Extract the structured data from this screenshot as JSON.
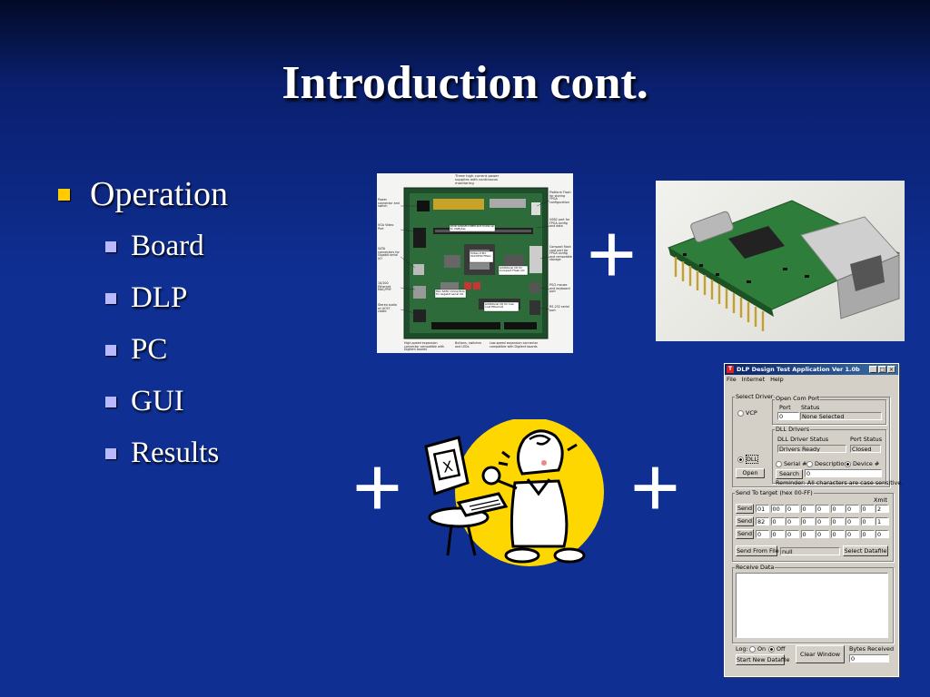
{
  "slide": {
    "title": "Introduction cont.",
    "bullet": "Operation",
    "subbullets": [
      "Board",
      "DLP",
      "PC",
      "GUI",
      "Results"
    ],
    "plus": "+"
  },
  "board": {
    "callouts": [
      "Three high current power supplies with continuous monitoring",
      "Power connector and switch",
      "Platform Flash for storing FPGA configuration",
      "USB2 port for FPGA config and data",
      "VGA Video Port",
      "SATA connectors for Gigabit serial I/O",
      "Compact flash card port for FPGA config and removable storage",
      "10/100 Ethernet MAC/PHY",
      "PS/2 mouse and keyboard port",
      "Stereo audio w/ AC97 codec",
      "RS-232 serial port",
      "High-speed expansion connector compatible with Digilent boards",
      "Buttons, switches and LEDs",
      "Low-speed expansion connector compatible with Digilent boards",
      "DDR SDRAM DIMM slot holds up to 2GBytes",
      "Virtex-II Pro XC2VP30 FPGA",
      "Additional I/O for Compact Flash I/O",
      "Additional I/O for low-cost Ethernet",
      "Two SATA connectors for Gigabit serial I/O"
    ]
  },
  "dlp_window": {
    "title": "DLP Design Test Application   Ver 1.0b",
    "menu": [
      "File",
      "Internet",
      "Help"
    ],
    "select_driver": "Select Driver",
    "vcp": "VCP",
    "dll": "DLL",
    "open_com_port": "Open Com Port",
    "port_label": "Port",
    "status_label": "Status",
    "port_value": "0",
    "status_value": "None Selected",
    "dll_drivers": "DLL Drivers",
    "dll_driver_status": "DLL Driver Status",
    "port_status": "Port Status",
    "driver_status_value": "Drivers Ready",
    "port_status_value": "Closed",
    "serial": "Serial #",
    "description": "Description",
    "device": "Device #",
    "open_btn": "Open",
    "search_btn": "Search",
    "search_value": "0",
    "reminder": "Reminder: All characters are case sensitive.",
    "send_to_target": "Send To target (hex 00-FF)",
    "xmit": "Xmit",
    "send_btn": "Send",
    "rows": [
      {
        "cells": [
          "01",
          "00",
          "0",
          "0",
          "0",
          "0",
          "0",
          "0",
          "0"
        ],
        "xmit": "2"
      },
      {
        "cells": [
          "82",
          "0",
          "0",
          "0",
          "0",
          "0",
          "0",
          "0",
          "0"
        ],
        "xmit": "1"
      },
      {
        "cells": [
          "0",
          "0",
          "0",
          "0",
          "0",
          "0",
          "0",
          "0",
          "0"
        ],
        "xmit": "0"
      }
    ],
    "send_from_file": "Send From File",
    "file_value": "null",
    "select_datafile": "Select Datafile",
    "receive_data": "Receive Data",
    "log": "Log:",
    "on": "On",
    "off": "Off",
    "start_new_datafile": "Start New Datafile",
    "clear_window": "Clear Window",
    "bytes_received": "Bytes Received",
    "bytes_value": "0"
  },
  "colors": {
    "background": "#0f2f93",
    "bullet": "#ffcc00",
    "subbullet": "#b9b9ff"
  }
}
